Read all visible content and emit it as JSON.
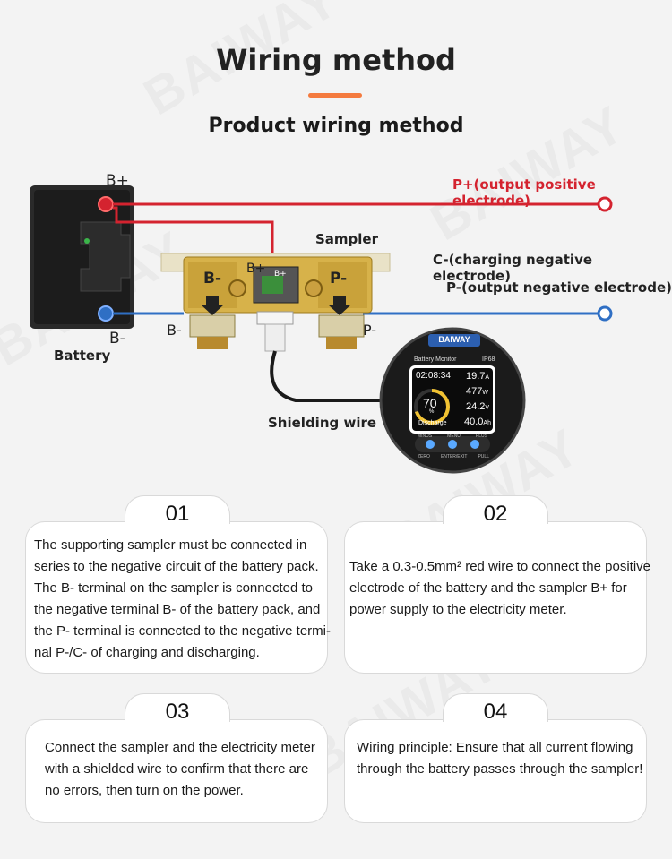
{
  "header": {
    "title": "Wiring method",
    "subtitle": "Product wiring method"
  },
  "watermark": "BAIWAY",
  "diagram": {
    "battery_label": "Battery",
    "b_plus": "B+",
    "b_minus": "B-",
    "sampler_label": "Sampler",
    "sampler_b_minus": "B-",
    "sampler_p_minus": "P-",
    "sampler_b_plus": "B+",
    "sampler_b_plus_small": "B+",
    "sampler_b_minus_left": "B-",
    "sampler_p_minus_right": "P-",
    "p_plus_label": "P+(output positive electrode)",
    "c_minus_label": "C-(charging negative electrode)",
    "p_minus_label": "P-(output negative electrode)",
    "shielding_label": "Shielding wire",
    "colors": {
      "red_wire": "#d4232f",
      "blue_wire": "#2f6fc4",
      "accent": "#f47a3e"
    }
  },
  "meter": {
    "brand": "BAIWAY",
    "model": "Battery Monitor",
    "ip": "IP68",
    "time": "02:08:34",
    "percent": "70",
    "percent_unit": "%",
    "status": "Discharge",
    "current": "19.7",
    "current_unit": "A",
    "power": "477",
    "power_unit": "W",
    "voltage": "24.2",
    "voltage_unit": "V",
    "capacity": "40.0",
    "capacity_unit": "Ah",
    "btn_top": [
      "MINUS",
      "MENU",
      "PLUS"
    ],
    "btn_bottom": [
      "ZERO",
      "ENTER/EXIT",
      "PULL"
    ],
    "ring_fraction": 0.7
  },
  "steps": [
    {
      "number": "01",
      "lines": [
        "The supporting sampler must be connected in",
        "series to the negative circuit of the battery pack.",
        "The B- terminal on the sampler is connected to",
        "the negative terminal B- of the battery pack, and",
        "the P- terminal is connected to the negative termi-",
        "nal P-/C- of charging and discharging."
      ]
    },
    {
      "number": "02",
      "lines": [
        "Take a 0.3-0.5mm² red wire to connect the positive",
        "electrode of the battery and the sampler B+ for",
        "power supply to the electricity meter."
      ]
    },
    {
      "number": "03",
      "lines": [
        "Connect the sampler and the electricity meter",
        "with a shielded wire to confirm that there are",
        "no errors, then turn on the power."
      ]
    },
    {
      "number": "04",
      "lines": [
        "Wiring principle: Ensure that all current flowing",
        "through the battery passes through the sampler!"
      ]
    }
  ]
}
